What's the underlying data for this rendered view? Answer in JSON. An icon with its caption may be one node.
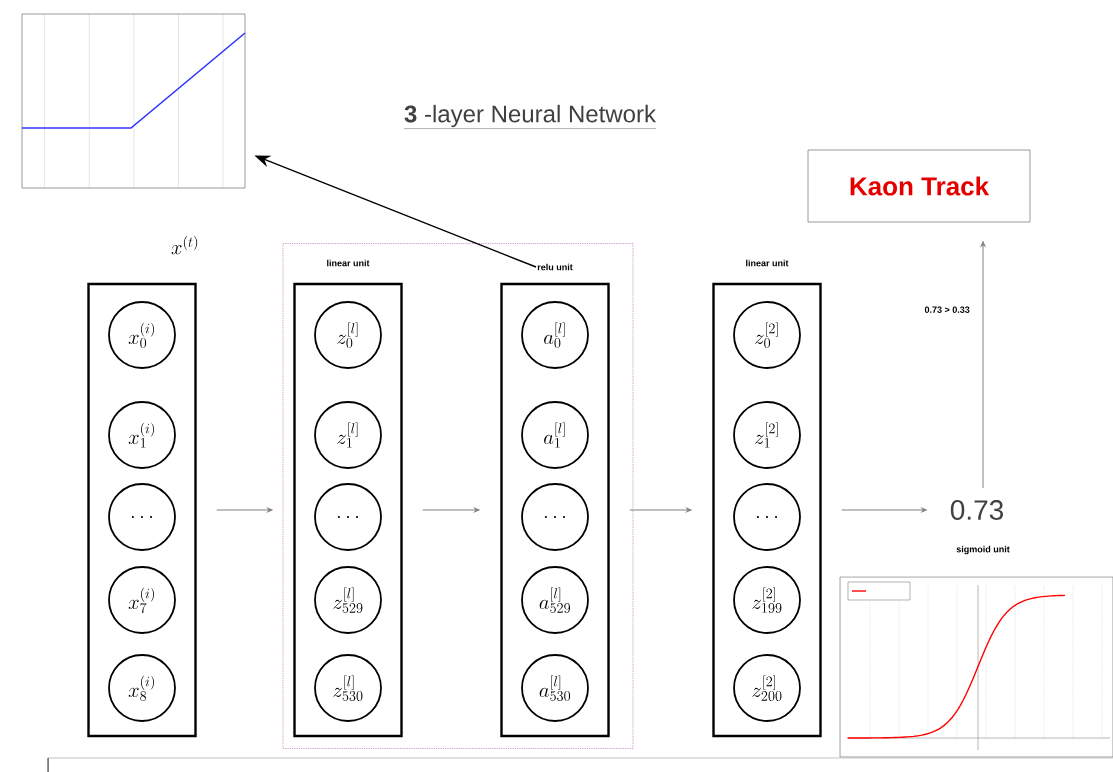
{
  "diagram": {
    "title": "**3** -layer Neural Network",
    "nodes": [
      {
        "text": [],
        "shape": "picture"
      },
      {
        "text": [
          "x^{(t)}"
        ]
      },
      {
        "text": [
          "x_0^{(i)}"
        ],
        "in": 1
      },
      {
        "text": [
          "x_1^{(i)}"
        ],
        "in": 1
      },
      {
        "text": [
          "\\dots"
        ],
        "in": 1
      },
      {
        "text": [
          "x_{7}^{(i)}"
        ],
        "in": 1
      },
      {
        "text": [
          "x_{8}^{(i)}"
        ],
        "in": 1
      },
      {
        "text": [],
        "shape": "box"
      },
      {
        "text": [
          "linear unit"
        ],
        "in": 7
      },
      {
        "text": [
          "z_0^{[l]}"
        ],
        "in": 8
      },
      {
        "text": [
          "z_1^{[l]}"
        ],
        "in": 8
      },
      {
        "text": [
          "\\dots"
        ],
        "in": 8
      },
      {
        "text": [
          "z_{529}^{[l]}"
        ],
        "in": 8
      },
      {
        "text": [
          "z_{530}^{[l]}"
        ],
        "in": 8
      },
      {
        "text": [
          "relu unit"
        ],
        "in": 7
      },
      {
        "text": [
          "a_0^{[l]}"
        ],
        "in": 14
      },
      {
        "text": [
          "a_1^{[l]}"
        ],
        "in": 14
      },
      {
        "text": [
          "\\dots"
        ],
        "in": 14
      },
      {
        "text": [
          "a_{529}^{[l]}"
        ],
        "in": 14
      },
      {
        "text": [
          "a_{530}^{[l]}"
        ],
        "in": 14
      },
      {
        "text": [
          "linear unit"
        ]
      },
      {
        "text": [
          "z_0^{[2]}"
        ],
        "in": 20
      },
      {
        "text": [
          "z_1^{[2]}"
        ],
        "in": 20
      },
      {
        "text": [
          "\\dots"
        ],
        "in": 20
      },
      {
        "text": [
          "z_{199}^{[2]}"
        ],
        "in": 20
      },
      {
        "text": [
          "z_{200}^{[2]}"
        ],
        "in": 20
      },
      {
        "text": [
          "0.73"
        ],
        "beside": [
          "sigmoid unit"
        ]
      },
      {
        "text": [
          "Kaon Track"
        ]
      }
    ],
    "edges": [
      {
        "from": 1,
        "to": 8,
        "arrow": "to"
      },
      {
        "from": 8,
        "to": 14,
        "arrow": "to"
      },
      {
        "from": 14,
        "to": 20,
        "arrow": "to"
      },
      {
        "from": 20,
        "to": 26,
        "arrow": "to"
      },
      {
        "from": 26,
        "to": 27,
        "arrow": "to",
        "label": "0.73 >  0.33"
      },
      {
        "from": 14,
        "to": 0,
        "arrow": "to",
        "color": "#000000"
      }
    ]
  }
}
